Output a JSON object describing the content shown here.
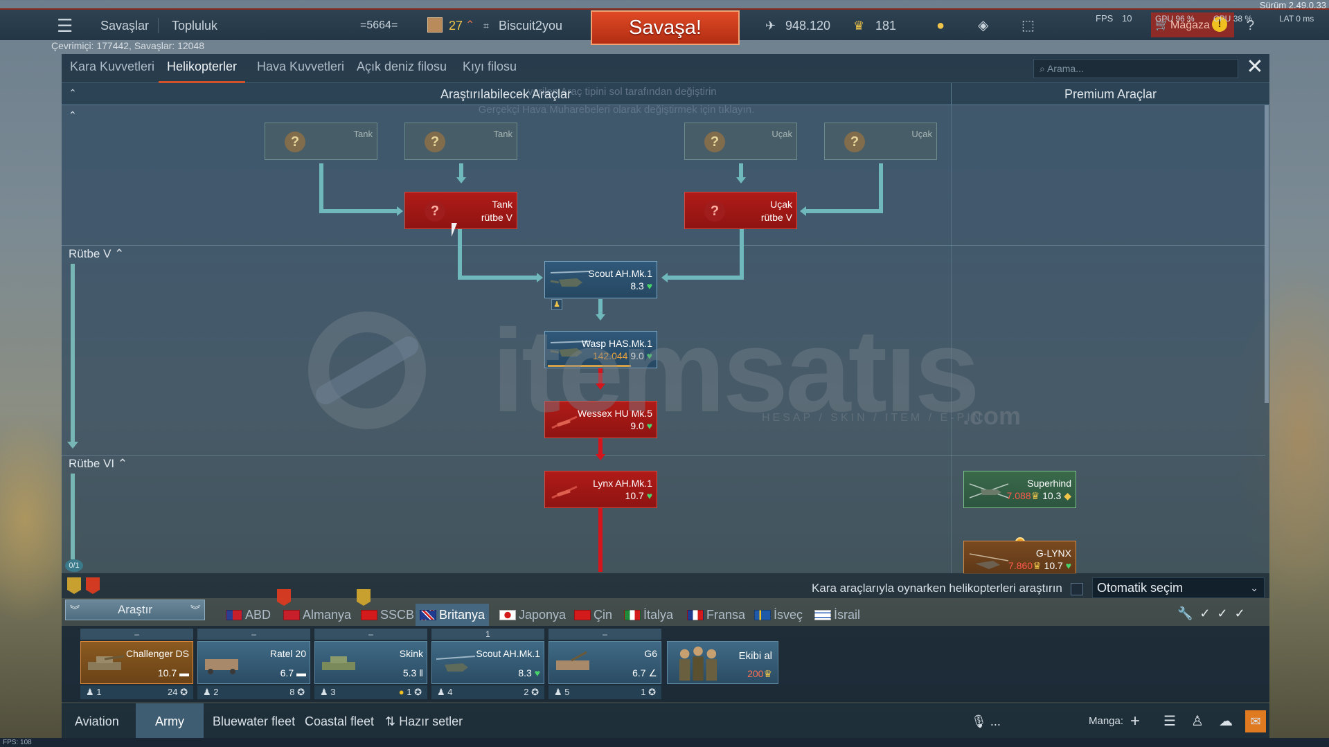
{
  "version": "Sürüm 2.49.0.33",
  "topbar": {
    "battles": "Savaşlar",
    "community": "Topluluk",
    "squad_tag": "=5664=",
    "level": "27",
    "username": "Biscuit2you",
    "battle_button": "Savaşa!",
    "silver": "948.120",
    "gold": "181",
    "fps_label": "FPS",
    "fps_value": "10",
    "gpu_label": "GPU",
    "gpu_value": "96 %",
    "cpu_label": "CPU",
    "cpu_value": "38 %",
    "lat_label": "LAT",
    "lat_value": "0 ms",
    "store": "Mağaza"
  },
  "online": "Çevrimiçi: 177442, Savaşlar: 12048",
  "tabs": [
    "Kara Kuvvetleri",
    "Helikopterler",
    "Hava Kuvvetleri",
    "Açık deniz filosu",
    "Kıyı filosu"
  ],
  "active_tab": 1,
  "search_placeholder": "Arama...",
  "header": {
    "left": "Araştırılabilecek Araçlar",
    "right": "Premium Araçlar",
    "hint_line1": "... verilen Araç tipini sol tarafından değiştirin",
    "hint_line2": "Gerçekçi Hava Muharebeleri olarak değiştirmek için tıklayın."
  },
  "ranks": [
    "Rütbe V",
    "Rütbe VI"
  ],
  "rank_progress": "0/1",
  "tree": {
    "ghosts": [
      {
        "name": "Tank"
      },
      {
        "name": "Tank"
      },
      {
        "name": "Uçak"
      },
      {
        "name": "Uçak"
      }
    ],
    "requirements": [
      {
        "line1": "Tank",
        "line2": "rütbe V"
      },
      {
        "line1": "Uçak",
        "line2": "rütbe V"
      }
    ],
    "vehicles": [
      {
        "name": "Scout AH.Mk.1",
        "br": "8.3"
      },
      {
        "name": "Wasp HAS.Mk.1",
        "rp": "142.044",
        "br": "9.0"
      },
      {
        "name": "Wessex HU Mk.5",
        "br": "9.0"
      },
      {
        "name": "Lynx AH.Mk.1",
        "br": "10.7"
      }
    ],
    "premium": [
      {
        "name": "Superhind",
        "price": "7.088",
        "br": "10.3"
      },
      {
        "name": "G-LYNX",
        "price": "7.860",
        "br": "10.7"
      }
    ]
  },
  "research_option": "Kara araçlarıyla oynarken helikopterleri araştırın",
  "auto_select": "Otomatik seçim",
  "research_button": "Araştır",
  "nations": [
    "ABD",
    "Almanya",
    "SSCB",
    "Britanya",
    "Japonya",
    "Çin",
    "İtalya",
    "Fransa",
    "İsveç",
    "İsrail"
  ],
  "active_nation": 3,
  "crew": [
    {
      "top": "–",
      "name": "Challenger DS",
      "br": "10.7",
      "num": "1",
      "count": "24"
    },
    {
      "top": "–",
      "name": "Ratel 20",
      "br": "6.7",
      "num": "2",
      "count": "8"
    },
    {
      "top": "–",
      "name": "Skink",
      "br": "5.3",
      "num": "3",
      "count": "1"
    },
    {
      "top": "1",
      "name": "Scout AH.Mk.1",
      "br": "8.3",
      "num": "4",
      "count": "2"
    },
    {
      "top": "–",
      "name": "G6",
      "br": "6.7",
      "num": "5",
      "count": "1"
    }
  ],
  "crew_buy": {
    "label": "Ekibi al",
    "price": "200"
  },
  "bottom_nav": [
    "Aviation",
    "Army",
    "Bluewater fleet",
    "Coastal fleet",
    "Hazır setler"
  ],
  "active_bottom": 1,
  "chat_placeholder": "...",
  "squad_label": "Manga:",
  "fps_corner": "FPS: 108",
  "watermark": {
    "text": "itemsatıs",
    "sub": "HESAP / SKIN / ITEM / E-PIN",
    "com": ".com"
  },
  "colors": {
    "accent": "#d2522c",
    "research_red": "#b01b18",
    "researched_blue": "#305879",
    "premium_green": "#3a6a4a",
    "line": "#6fb9bd"
  }
}
